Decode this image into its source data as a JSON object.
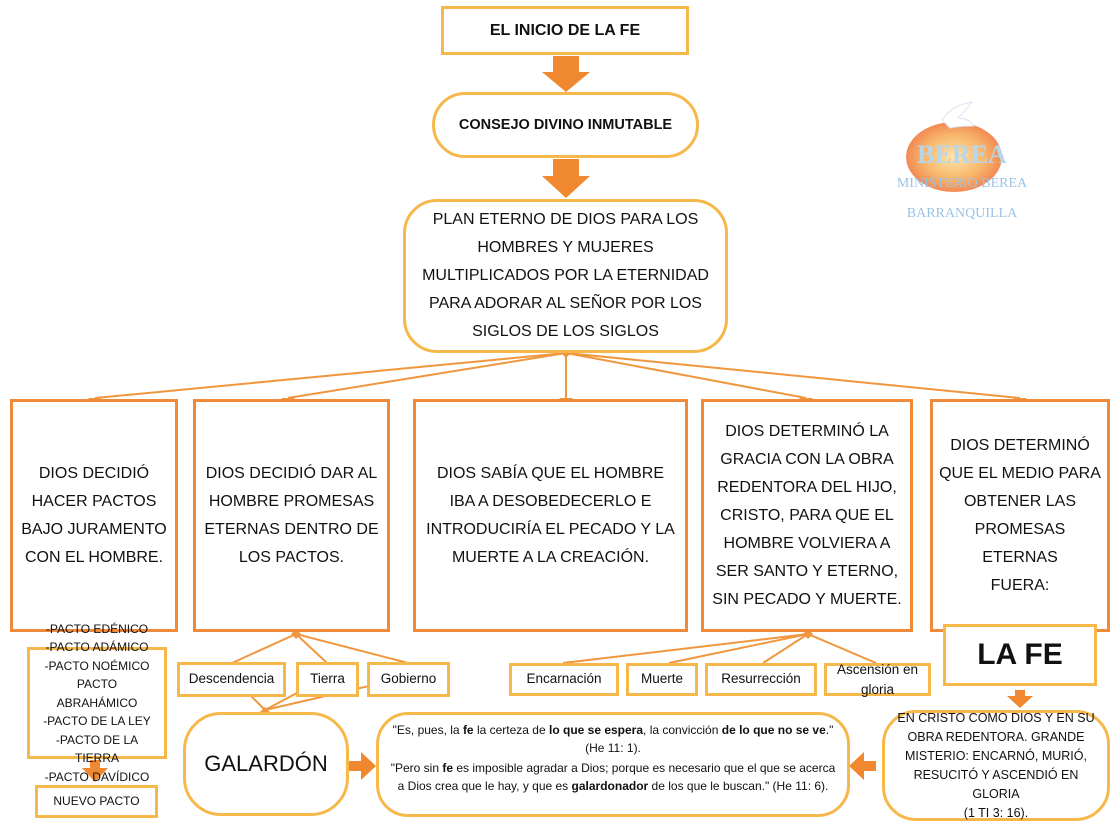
{
  "title": "EL INICIO DE LA FE",
  "consejo": "CONSEJO DIVINO INMUTABLE",
  "plan": "PLAN ETERNO DE DIOS PARA LOS\nHOMBRES Y MUJERES\nMULTIPLICADOS POR LA ETERNIDAD\nPARA ADORAR AL SEÑOR POR LOS\nSIGLOS DE LOS SIGLOS",
  "branches": [
    "DIOS DECIDIÓ\nHACER PACTOS\nBAJO JURAMENTO\nCON EL HOMBRE.",
    "DIOS DECIDIÓ DAR AL\nHOMBRE PROMESAS\nETERNAS DENTRO DE\nLOS PACTOS.",
    "DIOS SABÍA QUE EL HOMBRE\nIBA A DESOBEDECERLO E\nINTRODUCIRÍA EL PECADO Y LA\nMUERTE A LA CREACIÓN.",
    "DIOS DETERMINÓ LA\nGRACIA CON LA OBRA\nREDENTORA DEL HIJO,\nCRISTO, PARA QUE EL\nHOMBRE VOLVIERA A\nSER SANTO Y ETERNO,\nSIN PECADO Y MUERTE.",
    "DIOS DETERMINÓ\nQUE EL MEDIO PARA\nOBTENER LAS\nPROMESAS ETERNAS\nFUERA:"
  ],
  "pactos": "-PACTO EDÉNICO\n-PACTO ADÁMICO\n-PACTO NOÉMICO\nPACTO ABRAHÁMICO\n-PACTO DE LA LEY\n-PACTO DE LA TIERRA\n-PACTO DAVÍDICO",
  "nuevo_pacto": "NUEVO PACTO",
  "promesas": [
    "Descendencia",
    "Tierra",
    "Gobierno"
  ],
  "galardon": "GALARDÓN",
  "obra": [
    "Encarnación",
    "Muerte",
    "Resurrección",
    "Ascensión en\ngloria"
  ],
  "la_fe": "LA FE",
  "cristo": "EN CRISTO COMO DIOS Y EN SU\nOBRA REDENTORA. GRANDE\nMISTERIO: ENCARNÓ, MURIÓ,\nRESUCITÓ Y ASCENDIÓ EN GLORIA\n(1 TI 3: 16).",
  "quote1": {
    "a": "\"Es, pues, la ",
    "b": "fe",
    "c": " la certeza de ",
    "d": "lo que se espera",
    "e": ", la convicción ",
    "f": "de lo que no se ve",
    "g": ".\" (He 11: 1)."
  },
  "quote2": {
    "a": "\"Pero sin ",
    "b": "fe",
    "c": " es imposible agradar a Dios; porque es necesario que el que se acerca a Dios crea que le hay, y que es ",
    "d": "galardonador",
    "e": " de los que le buscan.\" (He 11: 6)."
  },
  "logo": {
    "brand": "BEREA",
    "line1": "MINISTERIO BEREA",
    "line2": "BARRANQUILLA"
  },
  "colors": {
    "box_border": "#f6b84a",
    "square_border": "#ef8a3a",
    "arrow": "#f0882f",
    "connector": "#f0973e"
  }
}
